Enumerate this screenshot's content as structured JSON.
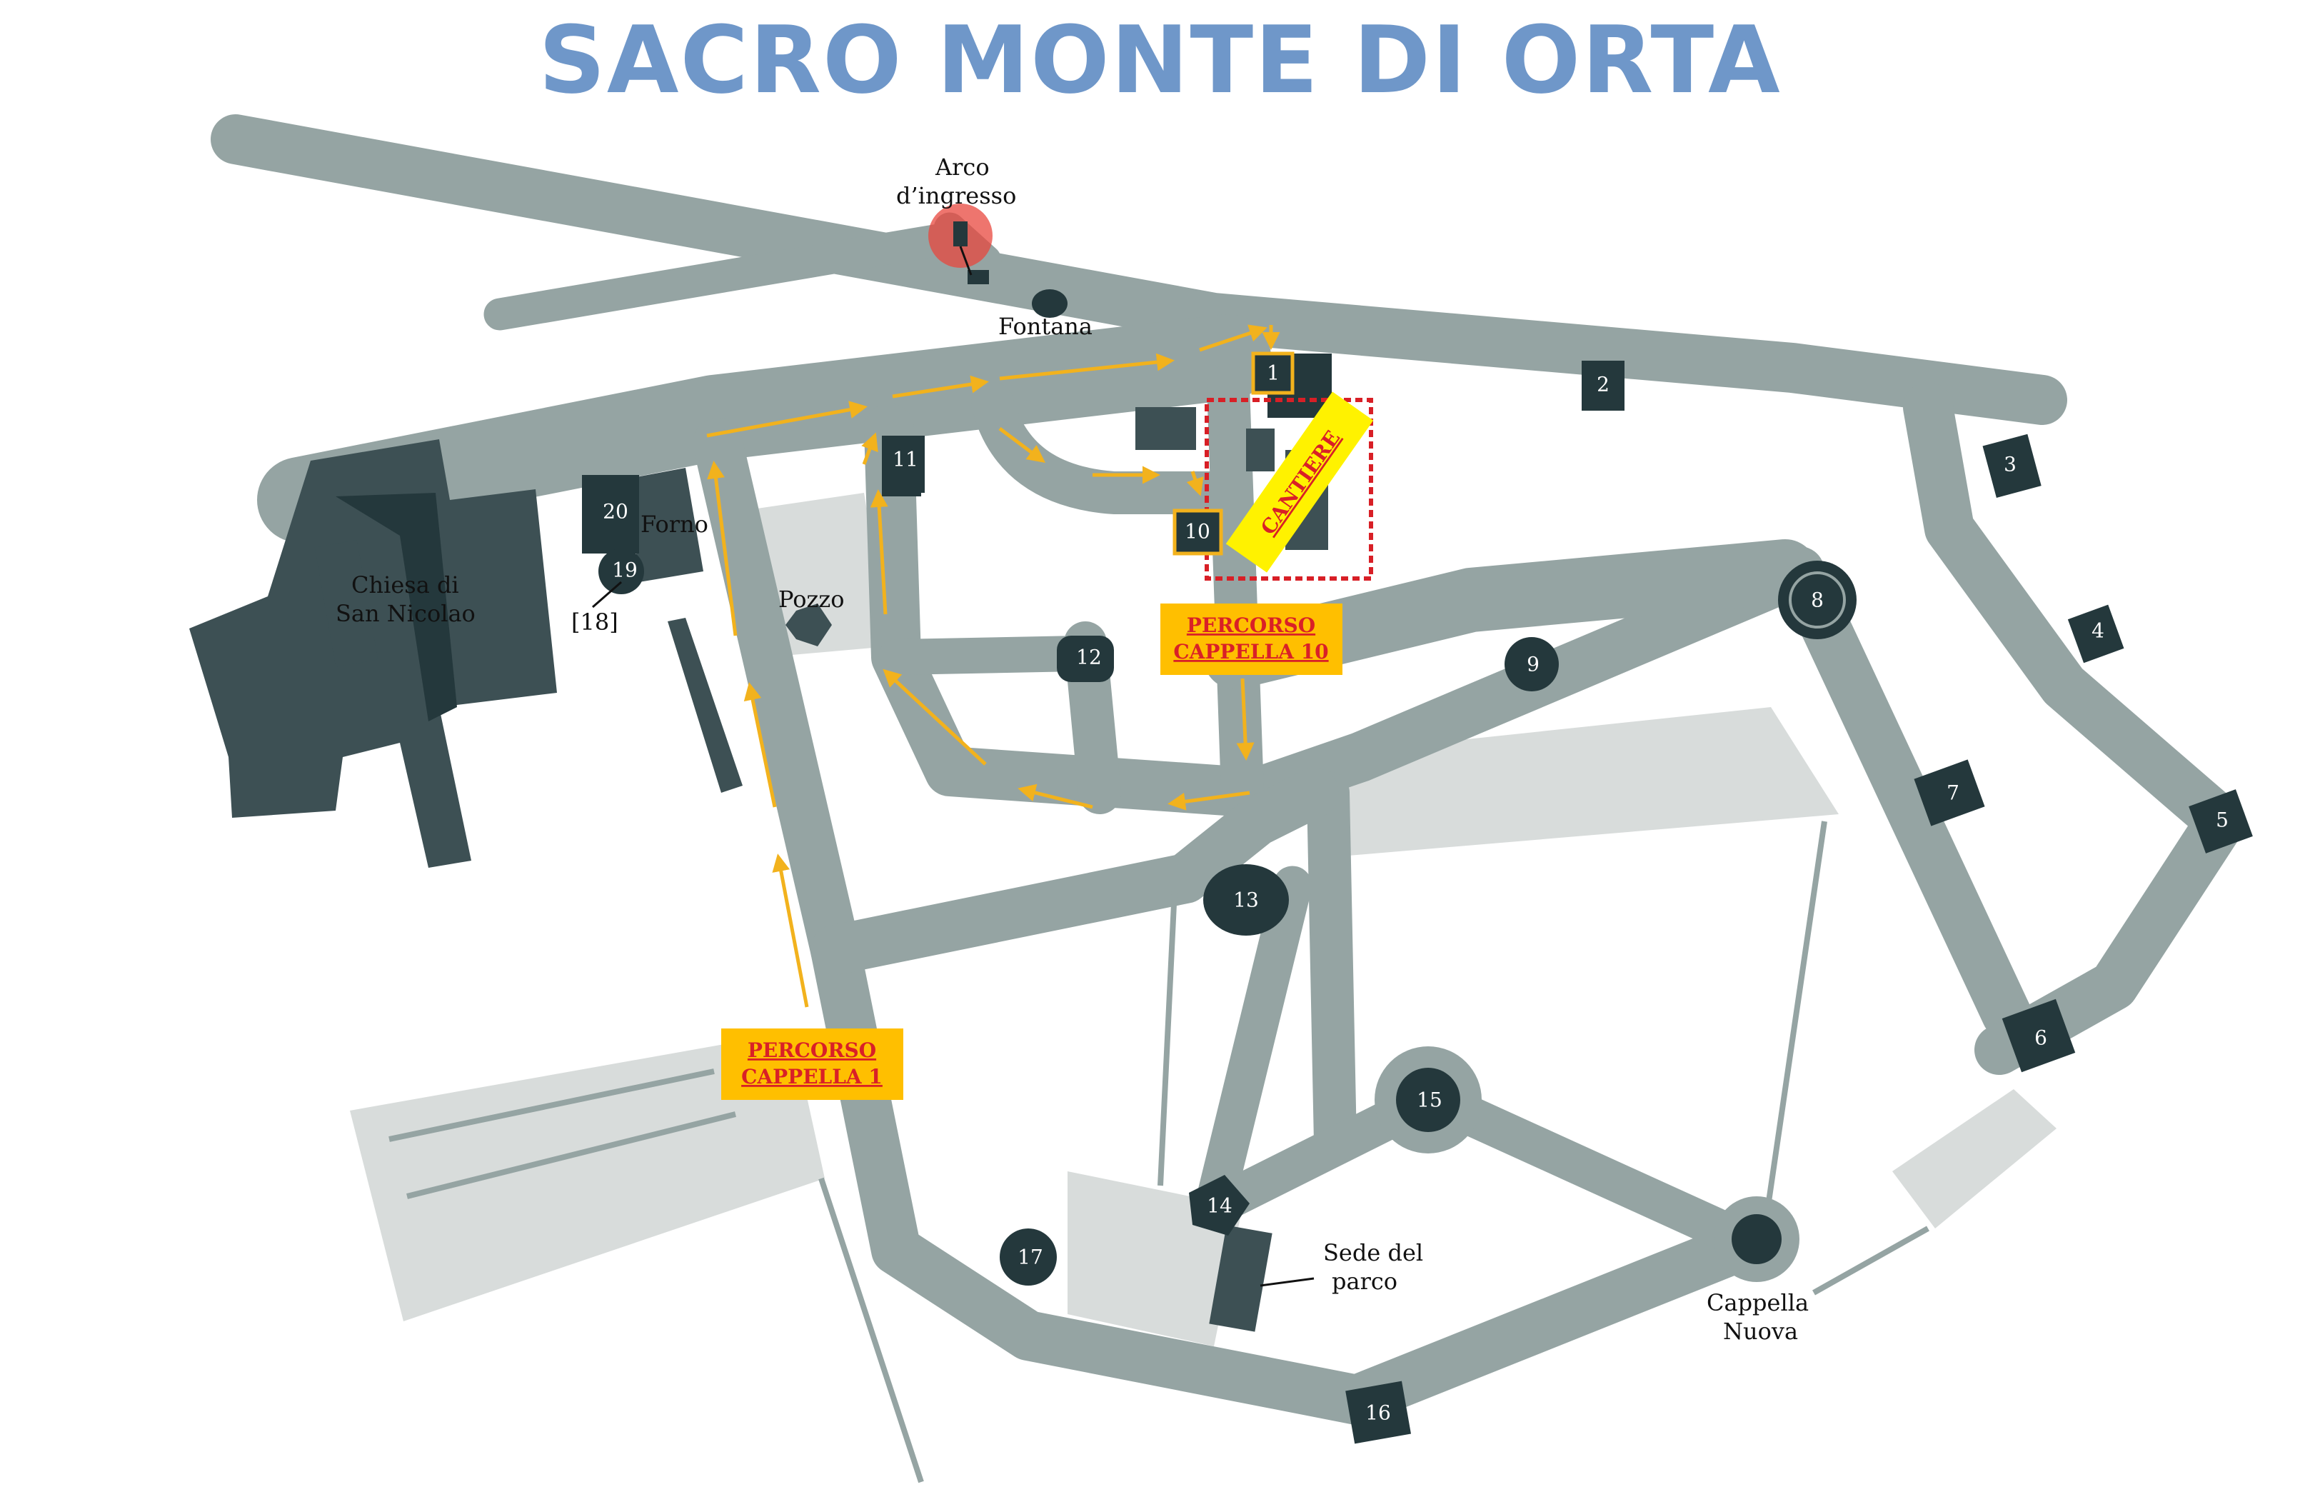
{
  "title": "SACRO MONTE DI ORTA",
  "colors": {
    "title": "#6f97c9",
    "path": "#95a4a3",
    "path_dark": "#7d8c8b",
    "area": "#d8dcdb",
    "building": "#3d5054",
    "chapel": "#24383c",
    "route": "#f2b21d",
    "label_bg": "#ffbf00",
    "label_text": "#d92027",
    "cantiere_bg": "#fff200",
    "cantiere_border": "#d81f26",
    "entrance": "#e8473e"
  },
  "places": {
    "arco": "Arco d’ingresso",
    "fontana": "Fontana",
    "chiesa": "Chiesa di San Nicolao",
    "forno": "Forno",
    "pozzo": "Pozzo",
    "sede": "Sede del parco",
    "cappella_nuova": "Cappella Nuova",
    "note_18": "[18]"
  },
  "chapels": [
    "1",
    "2",
    "3",
    "4",
    "5",
    "6",
    "7",
    "8",
    "9",
    "10",
    "11",
    "12",
    "13",
    "14",
    "15",
    "16",
    "17",
    "19",
    "20"
  ],
  "labels": {
    "percorso10": [
      "PERCORSO",
      "CAPPELLA 10"
    ],
    "percorso1": [
      "PERCORSO",
      "CAPPELLA 1"
    ],
    "cantiere": "CANTIERE"
  }
}
